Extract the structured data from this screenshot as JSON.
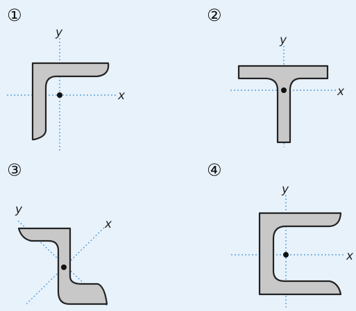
{
  "diagrams": [
    {
      "number": "①",
      "x_label": "x",
      "y_label": "y",
      "shape": "angle-section"
    },
    {
      "number": "②",
      "x_label": "x",
      "y_label": "y",
      "shape": "tee-section"
    },
    {
      "number": "③",
      "x_label": "x",
      "y_label": "y",
      "shape": "z-section"
    },
    {
      "number": "④",
      "x_label": "x",
      "y_label": "y",
      "shape": "channel-section"
    }
  ],
  "colors": {
    "background": "#e8f2fb",
    "section_fill": "#c8c8c8",
    "outline": "#222222",
    "axis_line": "#3a8fd6",
    "centroid": "#111111"
  }
}
